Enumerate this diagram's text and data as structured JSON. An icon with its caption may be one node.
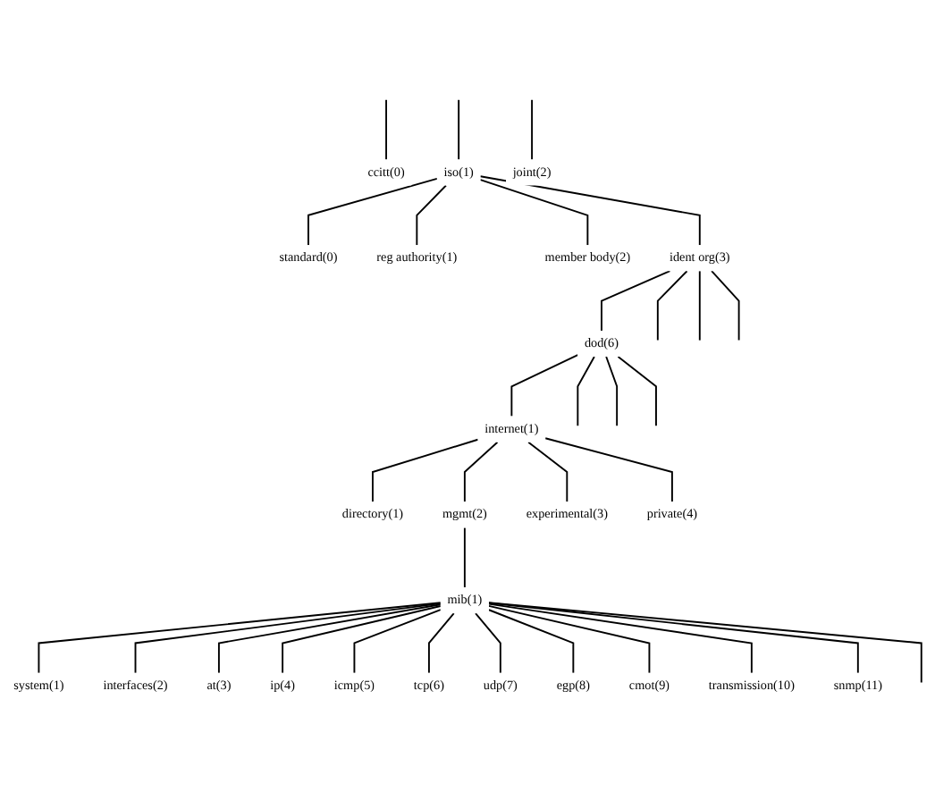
{
  "diagram": {
    "nodes": [
      {
        "text": [
          "ccitt(0)"
        ]
      },
      {
        "text": [
          "iso(1)"
        ]
      },
      {
        "text": [
          "joint(2)"
        ]
      },
      {
        "text": [
          "standard(0)"
        ]
      },
      {
        "text": [
          "reg authority(1)"
        ]
      },
      {
        "text": [
          "member body(2)"
        ]
      },
      {
        "text": [
          "ident org(3)"
        ]
      },
      {
        "text": [
          "dod(6)"
        ]
      },
      {
        "text": [
          "internet(1)"
        ]
      },
      {
        "text": [
          "directory(1)"
        ]
      },
      {
        "text": [
          "mgmt(2)"
        ]
      },
      {
        "text": [
          "experimental(3)"
        ]
      },
      {
        "text": [
          "private(4)"
        ]
      },
      {
        "text": [
          "mib(1)"
        ]
      },
      {
        "text": [
          "system(1)"
        ]
      },
      {
        "text": [
          "interfaces(2)"
        ]
      },
      {
        "text": [
          "at(3)"
        ]
      },
      {
        "text": [
          "ip(4)"
        ]
      },
      {
        "text": [
          "icmp(5)"
        ]
      },
      {
        "text": [
          "tcp(6)"
        ]
      },
      {
        "text": [
          "udp(7)"
        ]
      },
      {
        "text": [
          "egp(8)"
        ]
      },
      {
        "text": [
          "cmot(9)"
        ]
      },
      {
        "text": [
          "transmission(10)"
        ]
      },
      {
        "text": [
          "snmp(11)"
        ]
      }
    ],
    "edges": [
      {
        "from": null,
        "to": 0,
        "arrow": "none"
      },
      {
        "from": null,
        "to": 1,
        "arrow": "none"
      },
      {
        "from": null,
        "to": 2,
        "arrow": "none"
      },
      {
        "from": 1,
        "to": 3,
        "arrow": "none"
      },
      {
        "from": 1,
        "to": 4,
        "arrow": "none"
      },
      {
        "from": 1,
        "to": 5,
        "arrow": "none"
      },
      {
        "from": 1,
        "to": 6,
        "arrow": "none"
      },
      {
        "from": 6,
        "to": null,
        "arrow": "none"
      },
      {
        "from": 6,
        "to": 7,
        "arrow": "none"
      },
      {
        "from": 6,
        "to": null,
        "arrow": "none"
      },
      {
        "from": 6,
        "to": null,
        "arrow": "none"
      },
      {
        "from": 7,
        "to": null,
        "arrow": "none"
      },
      {
        "from": 7,
        "to": 8,
        "arrow": "none"
      },
      {
        "from": 7,
        "to": null,
        "arrow": "none"
      },
      {
        "from": 7,
        "to": null,
        "arrow": "none"
      },
      {
        "from": 8,
        "to": 9,
        "arrow": "none"
      },
      {
        "from": 8,
        "to": 10,
        "arrow": "none"
      },
      {
        "from": 8,
        "to": 11,
        "arrow": "none"
      },
      {
        "from": 8,
        "to": 12,
        "arrow": "none"
      },
      {
        "from": 10,
        "to": 13,
        "arrow": "none"
      },
      {
        "from": 13,
        "to": 14,
        "arrow": "none"
      },
      {
        "from": 13,
        "to": 15,
        "arrow": "none"
      },
      {
        "from": 13,
        "to": 16,
        "arrow": "none"
      },
      {
        "from": 13,
        "to": 17,
        "arrow": "none"
      },
      {
        "from": 13,
        "to": 18,
        "arrow": "none"
      },
      {
        "from": 13,
        "to": 19,
        "arrow": "none"
      },
      {
        "from": 13,
        "to": 20,
        "arrow": "none"
      },
      {
        "from": 13,
        "to": 21,
        "arrow": "none"
      },
      {
        "from": 13,
        "to": 22,
        "arrow": "none"
      },
      {
        "from": 13,
        "to": 23,
        "arrow": "none"
      },
      {
        "from": 13,
        "to": 24,
        "arrow": "none"
      },
      {
        "from": 13,
        "to": null,
        "arrow": "none"
      }
    ]
  }
}
